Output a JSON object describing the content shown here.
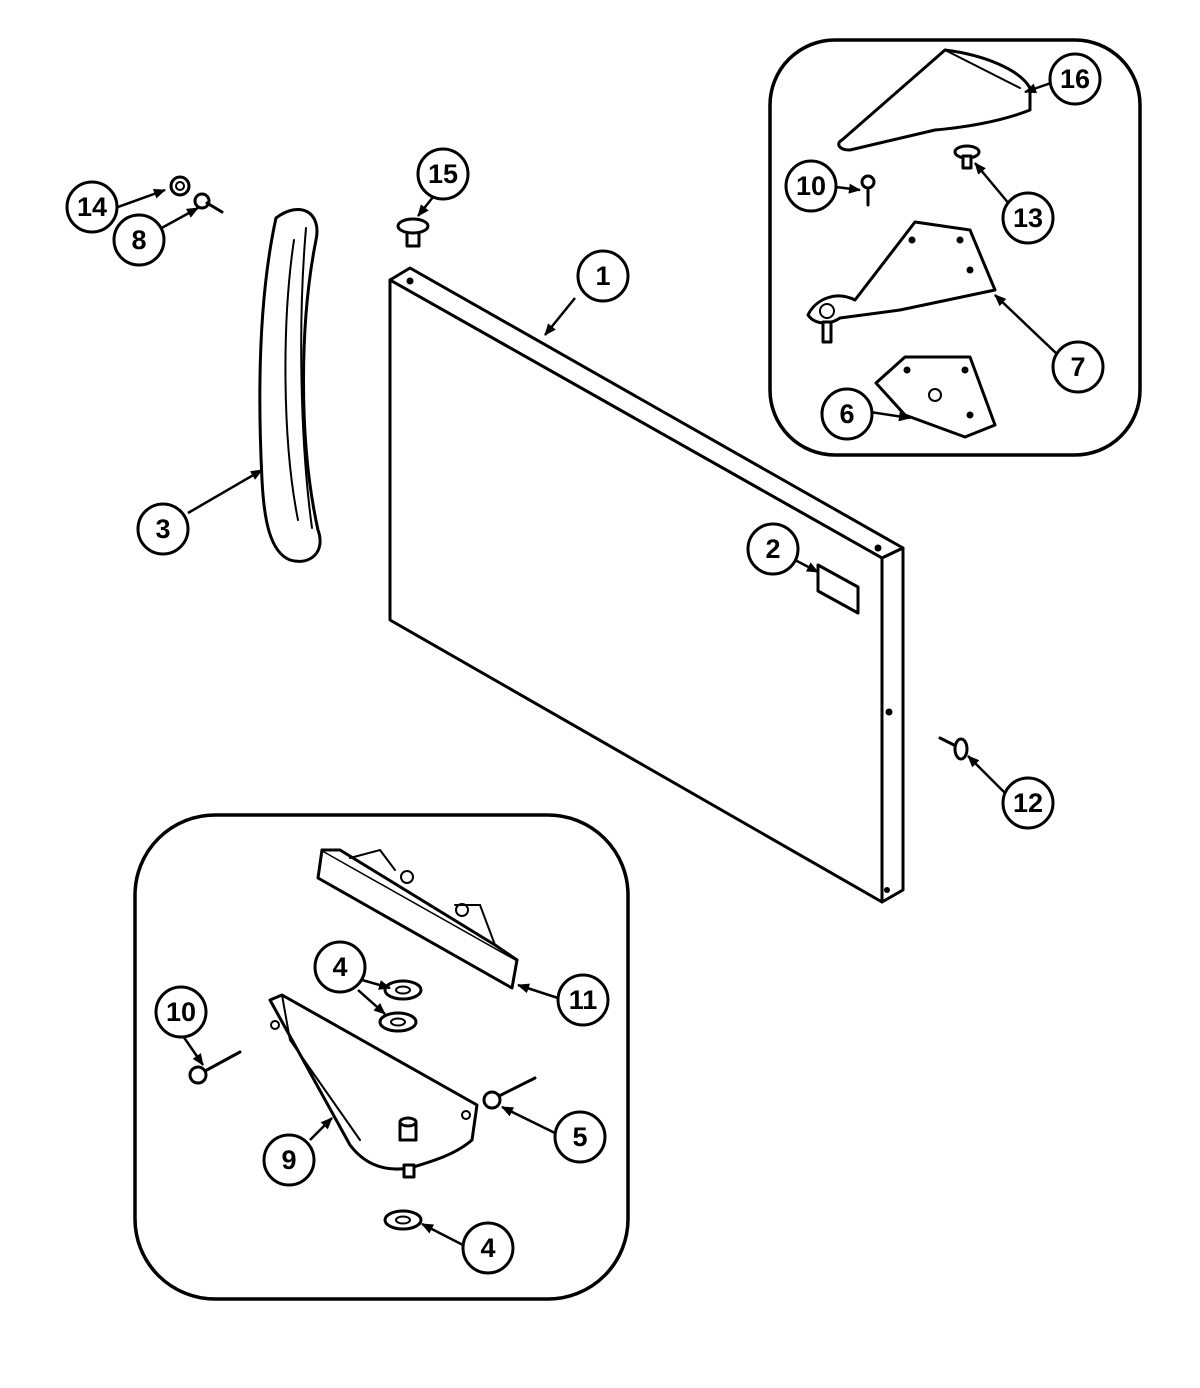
{
  "callouts": {
    "c1": "1",
    "c2": "2",
    "c3": "3",
    "c4a": "4",
    "c4b": "4",
    "c5": "5",
    "c6": "6",
    "c7": "7",
    "c8": "8",
    "c9": "9",
    "c10a": "10",
    "c10b": "10",
    "c11": "11",
    "c12": "12",
    "c13": "13",
    "c14": "14",
    "c15": "15",
    "c16": "16"
  },
  "icons": [
    "door-panel",
    "nameplate",
    "door-handle",
    "washer",
    "screw",
    "hinge-shim",
    "top-hinge",
    "lower-hinge",
    "hinge-cover",
    "door-stop",
    "plug",
    "hinge-pin",
    "cap",
    "trim-cap"
  ],
  "colors": {
    "line": "#000000",
    "background": "#ffffff"
  }
}
